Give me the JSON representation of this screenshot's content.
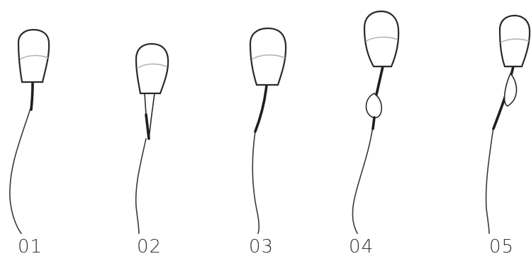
{
  "panels": [
    {
      "label": "01"
    },
    {
      "label": "02"
    },
    {
      "label": "03"
    },
    {
      "label": "04"
    },
    {
      "label": "05"
    }
  ],
  "colors": {
    "outline": "#2a2a2a",
    "acrosome_band": "#b4b4b4",
    "label_text": "#333333"
  }
}
